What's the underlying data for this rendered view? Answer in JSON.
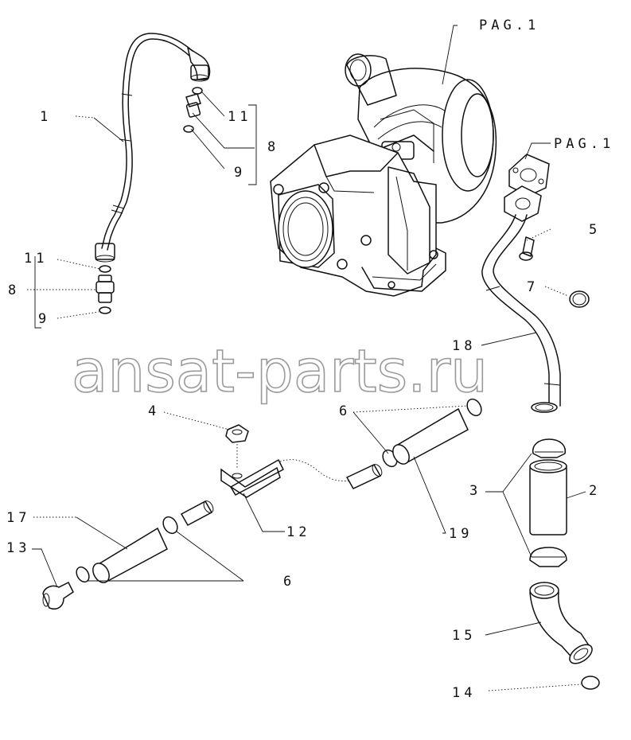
{
  "watermark": "ansat-parts.ru",
  "callouts": {
    "pag_top": "PAG.1",
    "pag_right": "PAG.1",
    "c1_top": "1",
    "c11_top": "11",
    "c8_top": "8",
    "c9_top": "9",
    "c11_left": "11",
    "c8_left": "8",
    "c9_left": "9",
    "c5": "5",
    "c7": "7",
    "c18": "18",
    "c4": "4",
    "c6_top": "6",
    "c2": "2",
    "c3": "3",
    "c17": "17",
    "c13": "13",
    "c12": "12",
    "c19": "19",
    "c6_bottom": "6",
    "c15": "15",
    "c14": "14"
  }
}
